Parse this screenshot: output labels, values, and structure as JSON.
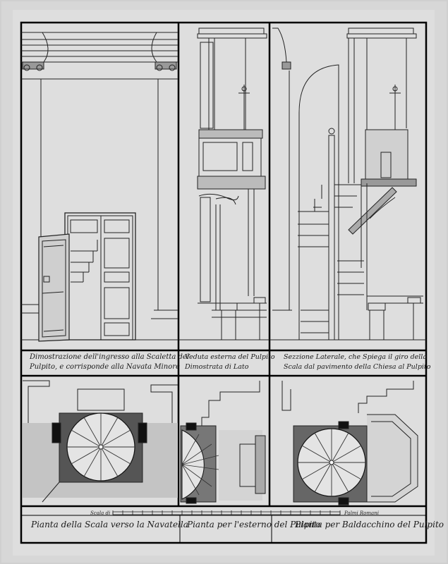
{
  "captions": {
    "elevation_entrance": [
      "Dimostrazione dell'ingresso alla Scaletta del",
      "Pulpito, e corrisponde alla Navata Minore"
    ],
    "elevation_external": [
      "Veduta esterna del Pulpito",
      "Dimostrata di Lato"
    ],
    "section_lateral": [
      "Sezzione Laterale, che Spiega il giro della",
      "Scala dal pavimento della Chiesa al Pulpito"
    ]
  },
  "plans": {
    "stair": "Pianta della Scala verso la Navatella",
    "external": "Pianta per l'esterno del Pulpito",
    "canopy": "Pianta per Baldacchino del Pulpito"
  },
  "scale": {
    "label": "Scala di",
    "unit": "Palmi Romani"
  }
}
